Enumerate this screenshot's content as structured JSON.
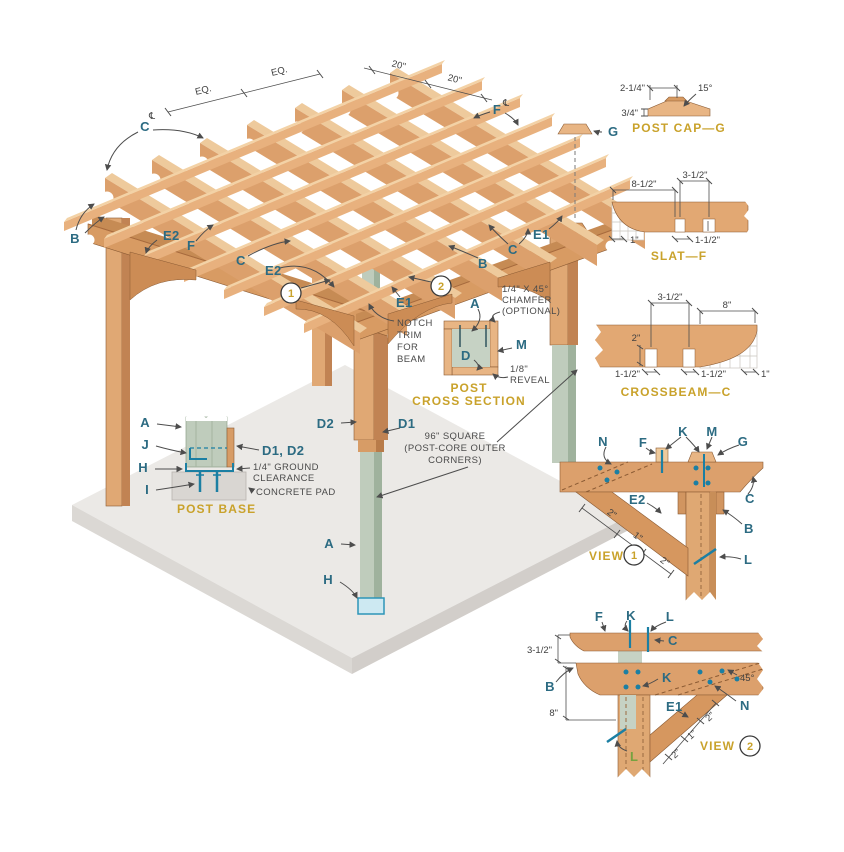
{
  "main": {
    "cl1": "℄",
    "cl2": "℄",
    "eq1": "EQ.",
    "eq2": "EQ.",
    "d20a": "20\"",
    "d20b": "20\"",
    "c_tl": "C",
    "b_tl": "B",
    "e2_a": "E2",
    "f_a": "F",
    "c_a": "C",
    "e2_b": "E2",
    "cb1": "1",
    "cb2": "2",
    "e1_a": "E1",
    "b_m": "B",
    "c_m": "C",
    "e1_r": "E1",
    "f_tr": "F",
    "g_tr": "G",
    "notch": [
      "NOTCH",
      "TRIM",
      "FOR",
      "BEAM"
    ],
    "xsec": {
      "a": "A",
      "m": "M",
      "d": "D",
      "chamfer": [
        "1/4\" X 45°",
        "CHAMFER",
        "(OPTIONAL)"
      ],
      "reveal": [
        "1/8\"",
        "REVEAL"
      ],
      "title": [
        "POST",
        "CROSS SECTION"
      ]
    },
    "core_note": [
      "96\" SQUARE",
      "(POST-CORE OUTER",
      "CORNERS)"
    ],
    "d2": "D2",
    "d1": "D1",
    "a_low": "A",
    "h_low": "H",
    "base": {
      "a": "A",
      "j": "J",
      "h": "H",
      "i": "I",
      "d1d2": "D1, D2",
      "ground": [
        "1/4\" GROUND",
        "CLEARANCE"
      ],
      "pad": "CONCRETE PAD",
      "title": "POST BASE"
    }
  },
  "post_cap": {
    "w": "2-1/4\"",
    "h": "3/4\"",
    "angle": "15°",
    "title": "POST CAP—G"
  },
  "slat": {
    "a": "8-1/2\"",
    "b": "3-1/2\"",
    "c": "1\"",
    "d": "1-1/2\"",
    "title": "SLAT—F"
  },
  "crossbeam": {
    "a": "3-1/2\"",
    "b": "8\"",
    "c": "2\"",
    "d": "1-1/2\"",
    "e": "1-1/2\"",
    "f": "1\"",
    "title": "CROSSBEAM—C"
  },
  "view1": {
    "n": "N",
    "f": "F",
    "k": "K",
    "m": "M",
    "g": "G",
    "c": "C",
    "b": "B",
    "l": "L",
    "e2": "E2",
    "dims": [
      "2\"",
      "1\"",
      "2\""
    ],
    "view": "VIEW",
    "num": "1"
  },
  "view2": {
    "f": "F",
    "k": "K",
    "l": "L",
    "c": "C",
    "b": "B",
    "k2": "K",
    "e1": "E1",
    "n": "N",
    "l2": "L",
    "gap": "3-1/2\"",
    "depth": "8\"",
    "angle": "45°",
    "dims": [
      "2\"",
      "1\"",
      "2\""
    ],
    "view": "VIEW",
    "num": "2"
  }
}
